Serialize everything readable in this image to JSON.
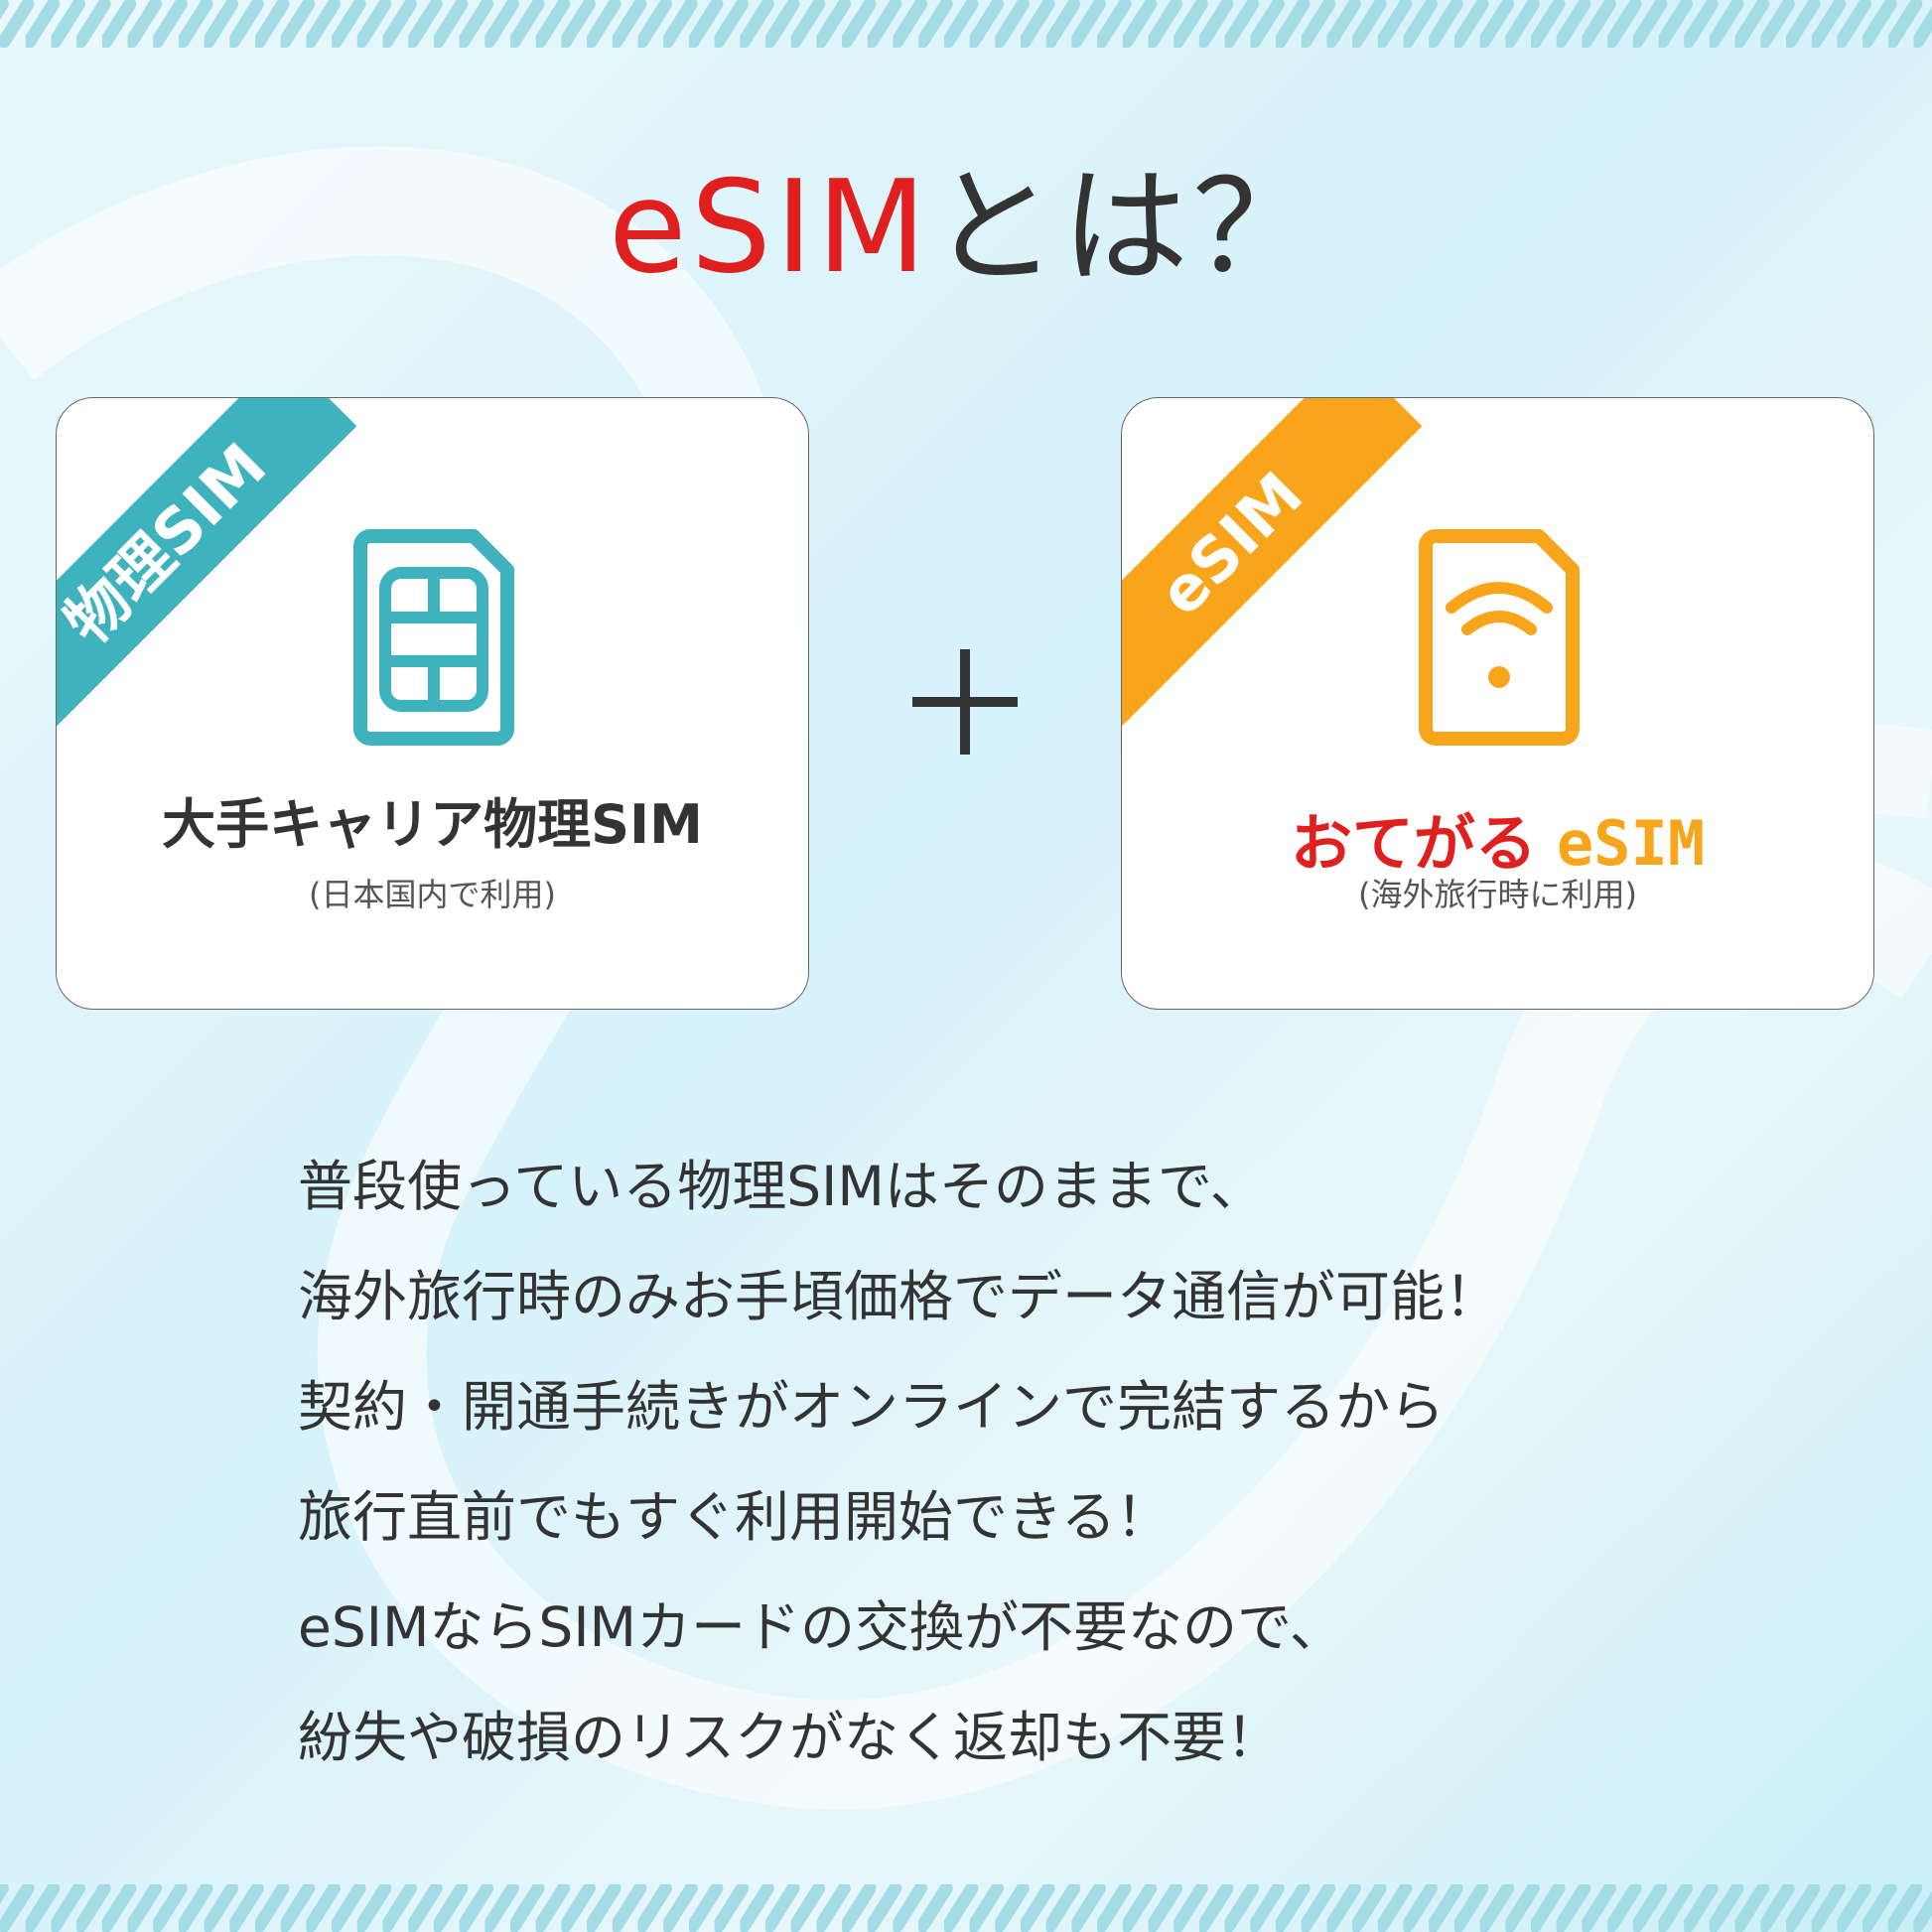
{
  "title": {
    "highlight": "eSIM",
    "rest": "とは？"
  },
  "colors": {
    "red": "#e0201f",
    "teal": "#3fb3bd",
    "orange": "#f9a51b",
    "stripe": "#a3dce4",
    "text": "#333333"
  },
  "cards": [
    {
      "ribbon": "物理SIM",
      "icon": "sim-card-icon",
      "title": "大手キャリア物理SIM",
      "subtitle": "(日本国内で利用)"
    },
    {
      "ribbon": "eSIM",
      "icon": "esim-wifi-icon",
      "logo_jp": "おてがる",
      "logo_en": "eSIM",
      "subtitle": "(海外旅行時に利用)"
    }
  ],
  "plus_icon": "plus-icon",
  "body_lines": [
    "普段使っている物理SIMはそのままで、",
    "海外旅行時のみお手頃価格でデータ通信が可能！",
    "契約・開通手続きがオンラインで完結するから",
    "旅行直前でもすぐ利用開始できる！",
    "eSIMならSIMカードの交換が不要なので、",
    "紛失や破損のリスクがなく返却も不要！"
  ]
}
